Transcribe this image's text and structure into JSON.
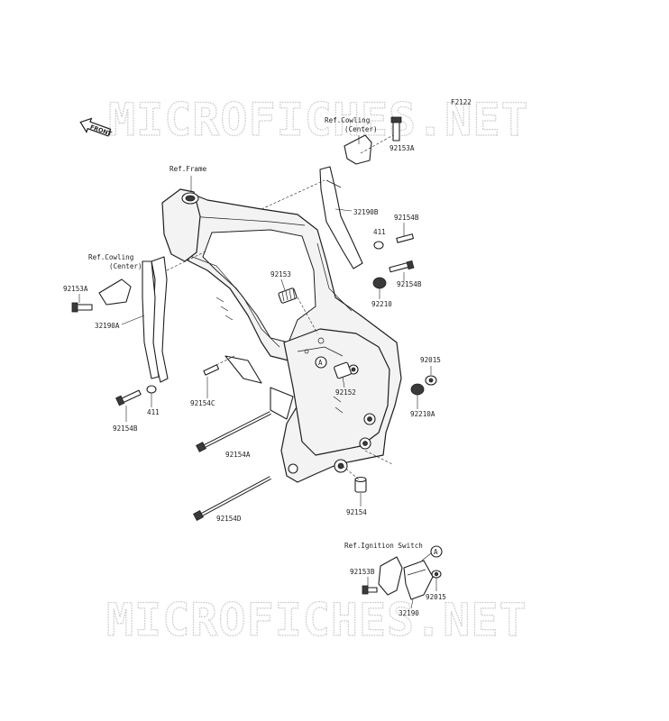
{
  "watermark": "MICROFICHES.NET",
  "figure_code": "F2122",
  "front_label": "FRONT",
  "callout_letter": "A",
  "refs": {
    "frame": "Ref.Frame",
    "cowling_center_top_1": "Ref.Cowling",
    "cowling_center_top_2": "(Center)",
    "cowling_center_left_1": "Ref.Cowling",
    "cowling_center_left_2": "(Center)",
    "ignition_switch": "Ref.Ignition Switch"
  },
  "part_numbers": {
    "p92153A_top": "92153A",
    "p32190B": "32190B",
    "p92154B_top": "92154B",
    "p411_right": "411",
    "p92154B_mid": "92154B",
    "p92210": "92210",
    "p92153": "92153",
    "p92015_right": "92015",
    "p92152": "92152",
    "p92210A": "92210A",
    "p92153A_left": "92153A",
    "p32190A": "32190A",
    "p92154C": "92154C",
    "p92154B_left": "92154B",
    "p411_left": "411",
    "p92154A": "92154A",
    "p92154": "92154",
    "p92154D": "92154D",
    "p92153B": "92153B",
    "p32190": "32190",
    "p92015_bottom": "92015"
  }
}
